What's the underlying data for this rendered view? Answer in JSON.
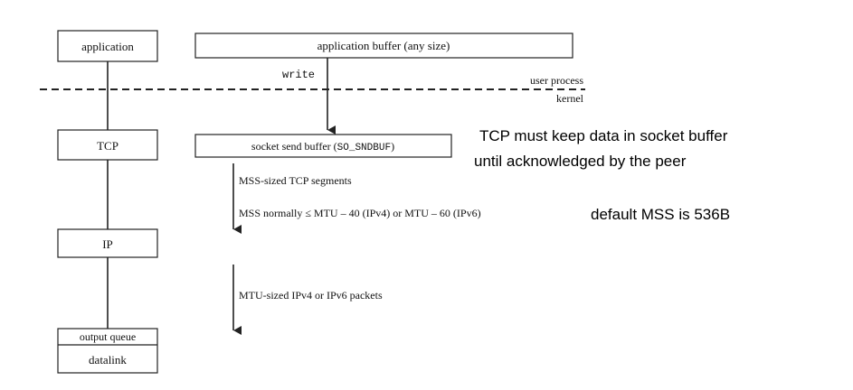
{
  "layers": {
    "application": "application",
    "tcp": "TCP",
    "ip": "IP",
    "output_queue": "output queue",
    "datalink": "datalink"
  },
  "boxes": {
    "app_buffer": "application buffer (any size)",
    "socket_buffer_prefix": "socket send buffer (",
    "socket_buffer_option": "SO_SNDBUF",
    "socket_buffer_suffix": ")"
  },
  "labels": {
    "write": "write",
    "user_process": "user process",
    "kernel": "kernel",
    "mss_segments": "MSS-sized TCP segments",
    "mss_normally": "MSS normally ≤ MTU – 40 (IPv4) or MTU – 60 (IPv6)",
    "mtu_packets": "MTU-sized IPv4 or IPv6 packets"
  },
  "annotations": {
    "tcp_keep_line1": "TCP must keep data in socket buffer",
    "tcp_keep_line2": "until acknowledged by the peer",
    "default_mss": "default MSS is 536B"
  }
}
